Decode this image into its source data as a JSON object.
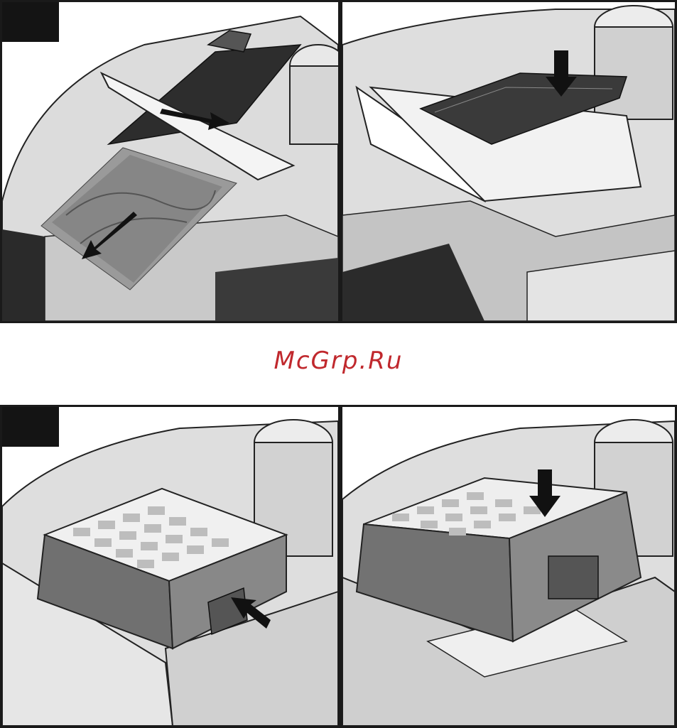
{
  "watermark": {
    "text": "McGrp.Ru"
  },
  "colors": {
    "frame": "#1a1a1a",
    "body_light": "#e2e2e2",
    "body_mid": "#b5b5b5",
    "body_dark": "#3a3a3a",
    "accent_text": "#c0282d"
  },
  "panels": [
    {
      "step_icon": "tab-marker",
      "arrows": 2
    },
    {
      "step_icon": "none",
      "arrows": 1
    },
    {
      "step_icon": "tab-marker",
      "arrows": 1
    },
    {
      "step_icon": "none",
      "arrows": 1
    }
  ]
}
